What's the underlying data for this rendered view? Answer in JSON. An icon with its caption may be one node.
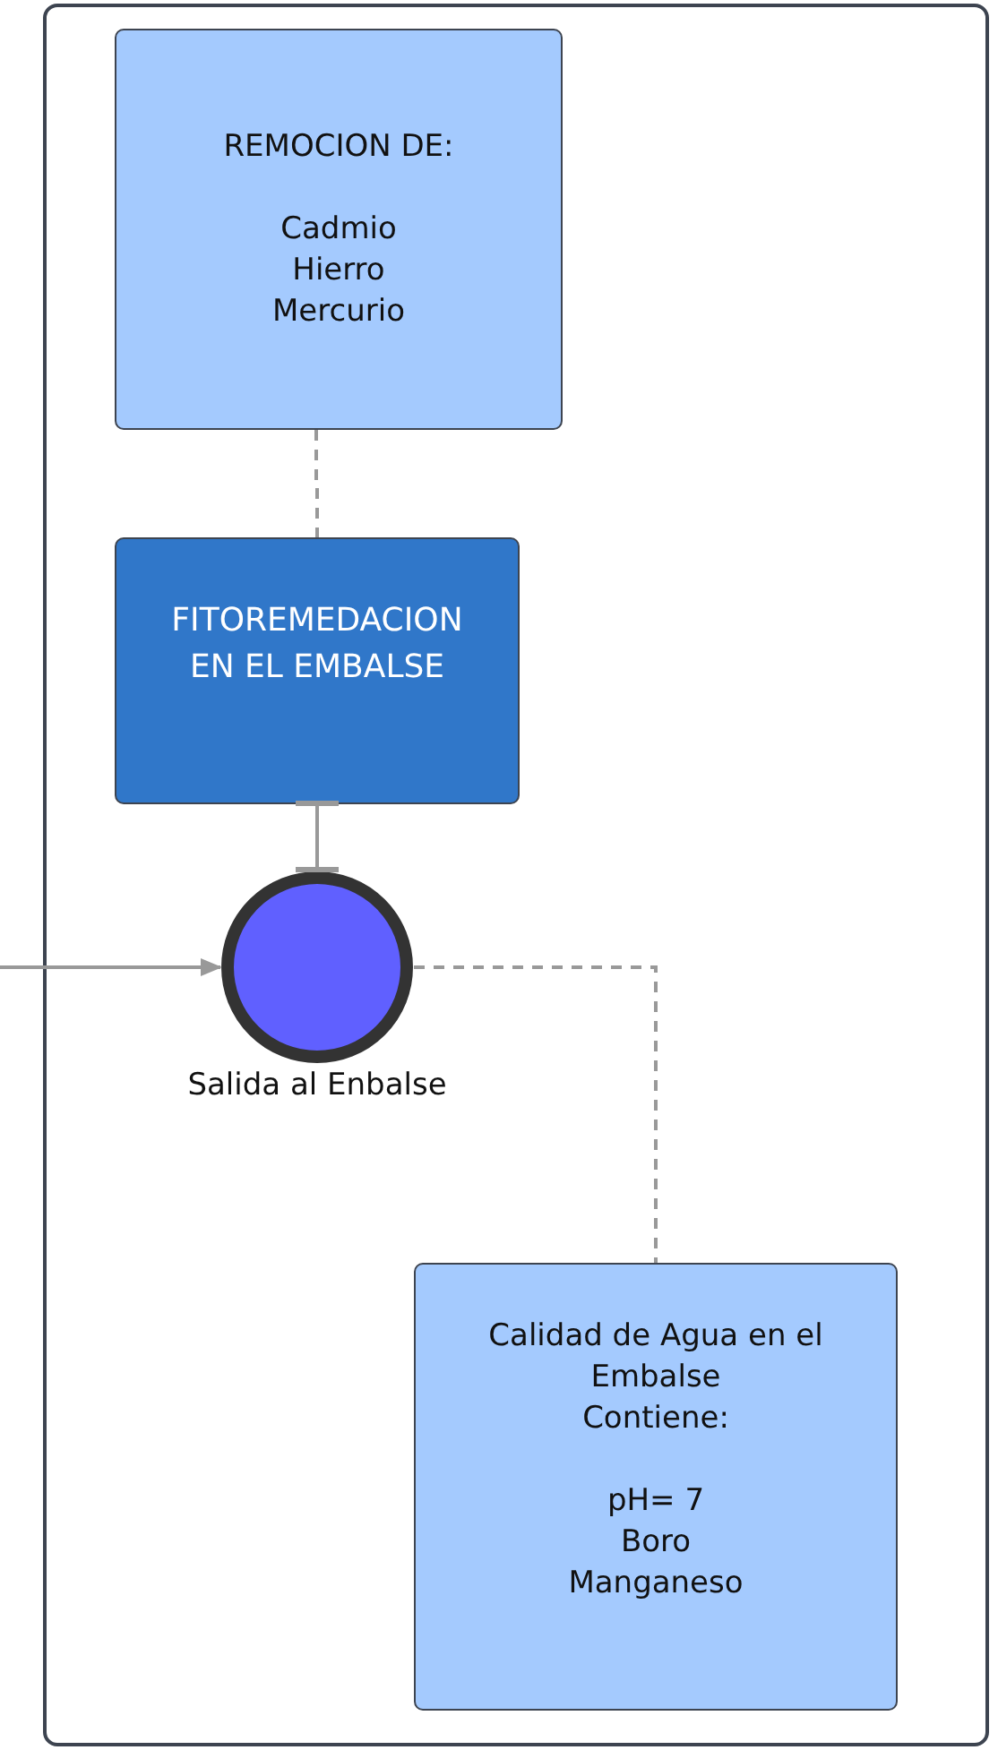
{
  "diagram": {
    "nodes": [
      {
        "text": [],
        "shape": "box"
      },
      {
        "text": [
          "REMOCION DE:",
          "Cadmio",
          "Hierro",
          "Mercurio"
        ],
        "in": 0
      },
      {
        "text": [
          "FITOREMEDACION EN EL EMBALSE"
        ],
        "in": 0
      },
      {
        "text": [],
        "shape": "circle",
        "beside": [
          "Salida al Enbalse"
        ],
        "in": 0
      },
      {
        "text": [
          "Calidad de Agua en el Embalse",
          "Contiene:",
          "pH= 7",
          "Boro",
          "Manganeso"
        ],
        "in": 0
      }
    ],
    "edges": [
      {
        "from": 1,
        "to": 2,
        "arrow": "none",
        "style": "dashed"
      },
      {
        "from": 2,
        "to": 3,
        "arrow": "other"
      },
      {
        "from": null,
        "to": 3,
        "arrow": "to"
      },
      {
        "from": 3,
        "to": 4,
        "arrow": "none",
        "style": "dashed"
      }
    ]
  }
}
